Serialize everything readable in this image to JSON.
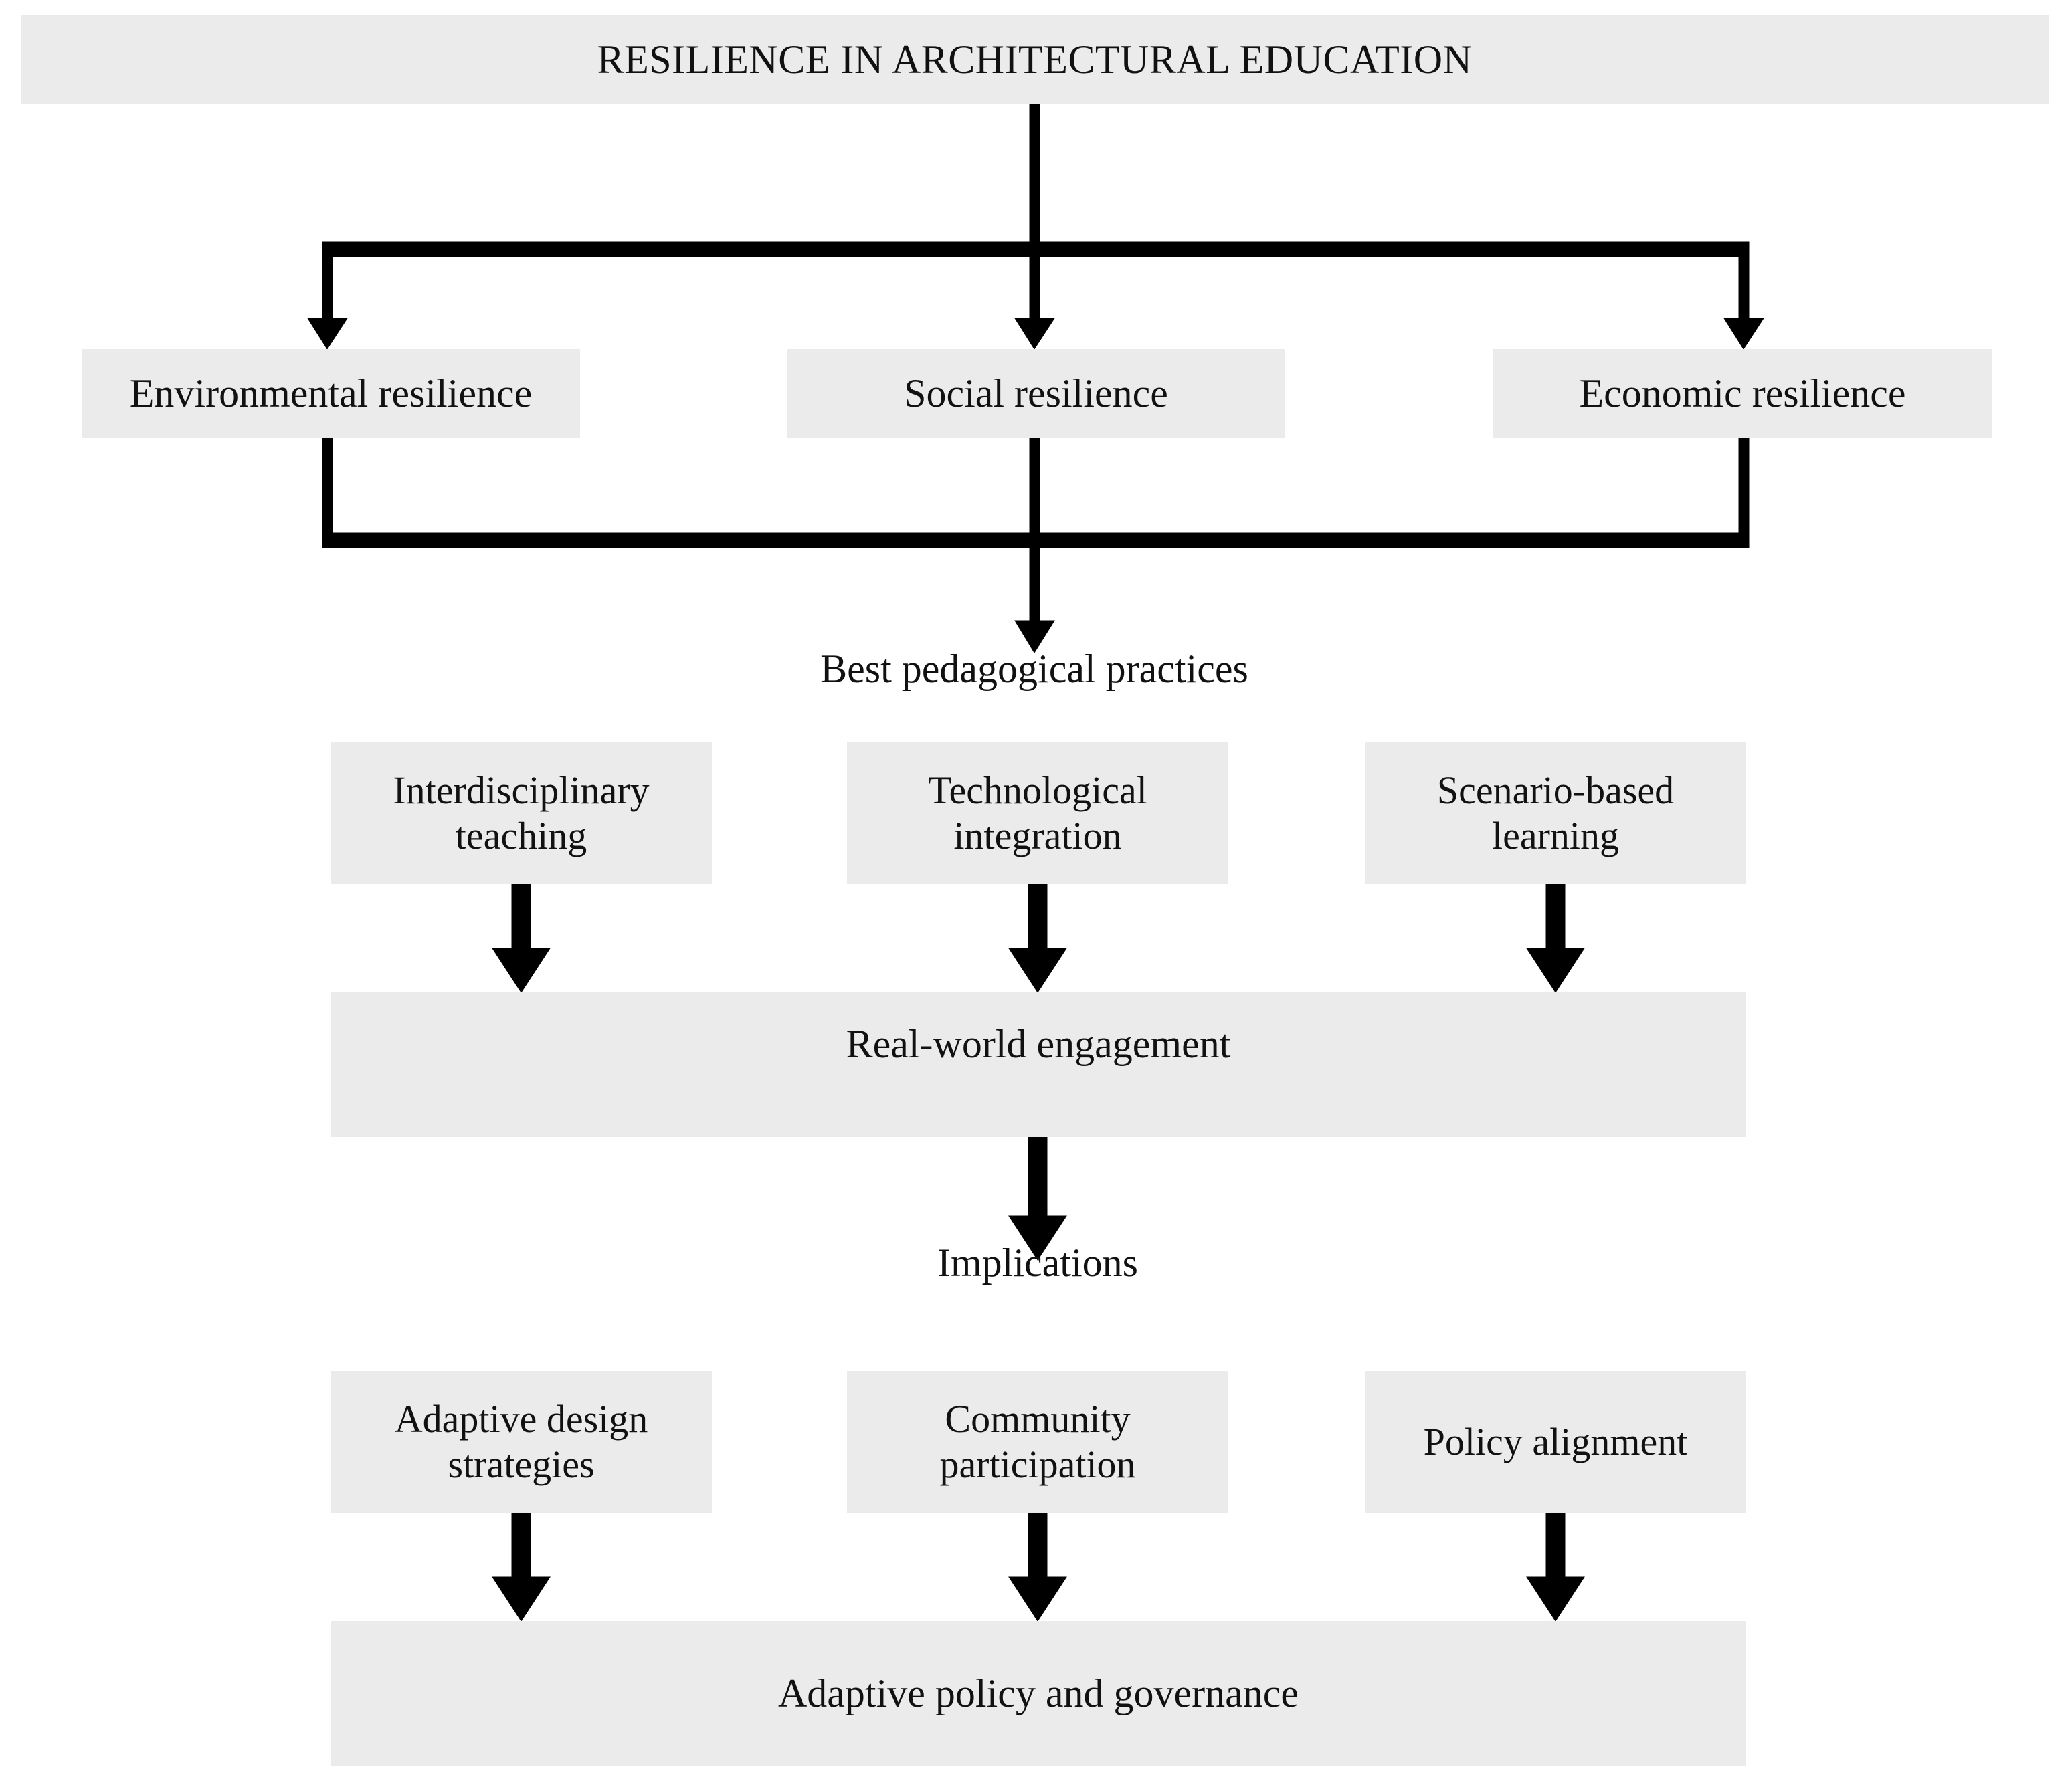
{
  "diagram": {
    "title": "RESILIENCE IN ARCHITECTURAL EDUCATION",
    "pillars": [
      {
        "label": "Environmental resilience"
      },
      {
        "label": "Social resilience"
      },
      {
        "label": "Economic resilience"
      }
    ],
    "practices_label": "Best pedagogical practices",
    "practices": [
      {
        "label": "Interdisciplinary teaching"
      },
      {
        "label": "Technological integration"
      },
      {
        "label": "Scenario-based learning"
      }
    ],
    "practices_outcome": "Real-world engagement",
    "implications_label": "Implications",
    "implications": [
      {
        "label": "Adaptive design strategies"
      },
      {
        "label": "Community participation"
      },
      {
        "label": "Policy alignment"
      }
    ],
    "implications_outcome": "Adaptive policy and governance",
    "colors": {
      "box_fill": "#ebebeb",
      "text": "#111111",
      "connector": "#000000",
      "background": "#ffffff"
    }
  }
}
